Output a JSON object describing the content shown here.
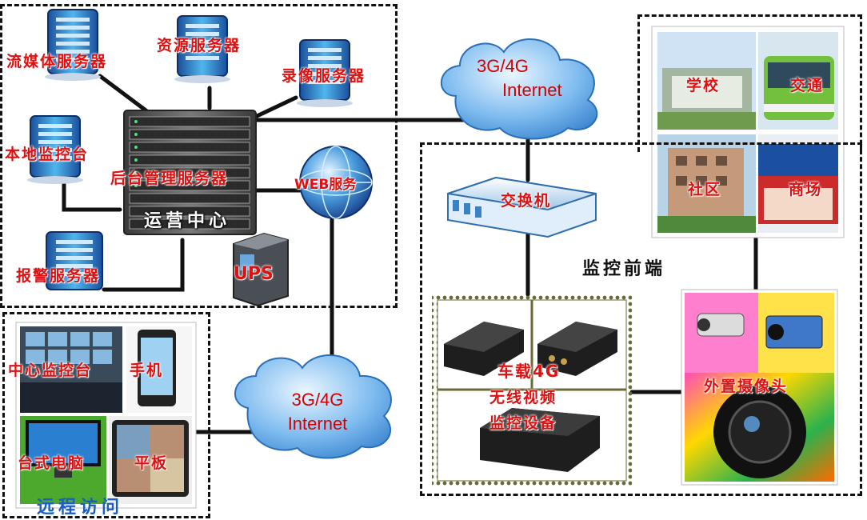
{
  "center": {
    "streaming_server": "流媒体服务器",
    "resource_server": "资源服务器",
    "recording_server": "录像服务器",
    "local_monitor": "本地监控台",
    "backend_server": "后台管理服务器",
    "ops_center": "运营中心",
    "web_service": "WEB服务",
    "alarm_server": "报警服务器",
    "ups": "UPS"
  },
  "cloud_top": {
    "line1": "3G/4G",
    "line2": "Internet"
  },
  "cloud_bottom": {
    "line1": "3G/4G",
    "line2": "Internet"
  },
  "switch": {
    "label": "交换机"
  },
  "front_end": {
    "title": "监控前端",
    "scenes": [
      "学校",
      "交通",
      "社区",
      "商场"
    ],
    "device_line1": "车载4G",
    "device_line2": "无线视频",
    "device_line3": "监控设备",
    "cameras": "外置摄像头"
  },
  "remote": {
    "center_console": "中心监控台",
    "phone": "手机",
    "desktop_pc": "台式电脑",
    "tablet": "平板",
    "title": "远程访问"
  },
  "colors": {
    "label_red": "#e01010",
    "cloud_blue": "#5aa3e0",
    "title_blue": "#1a5ec2"
  }
}
